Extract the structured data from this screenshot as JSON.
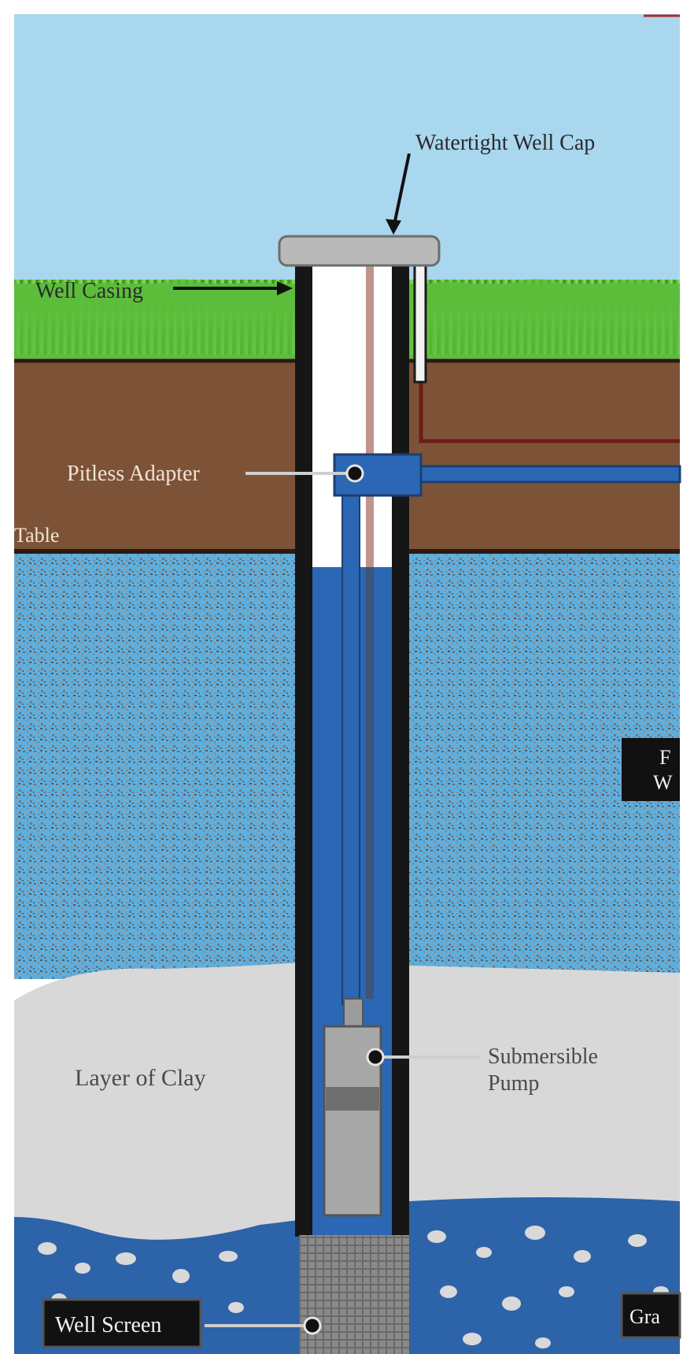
{
  "labels": {
    "cap": "Watertight Well Cap",
    "casing": "Well Casing",
    "adapter": "Pitless Adapter",
    "table": "Table",
    "clay": "Layer of Clay",
    "pump_line1": "Submersible",
    "pump_line2": "Pump",
    "screen": "Well Screen",
    "right_box_line1": "F",
    "right_box_line2": "W",
    "right_bottom_box": "Gra"
  },
  "colors": {
    "sky": "#a9d7ee",
    "grass": "#5cbd3a",
    "soil": "#7c5337",
    "aquifer": "#5bb0e2",
    "clay": "#d8d8d8",
    "gravel": "#2d63a8",
    "casing": "#161616",
    "pipe": "#2b67b4",
    "wire": "#b98880"
  }
}
